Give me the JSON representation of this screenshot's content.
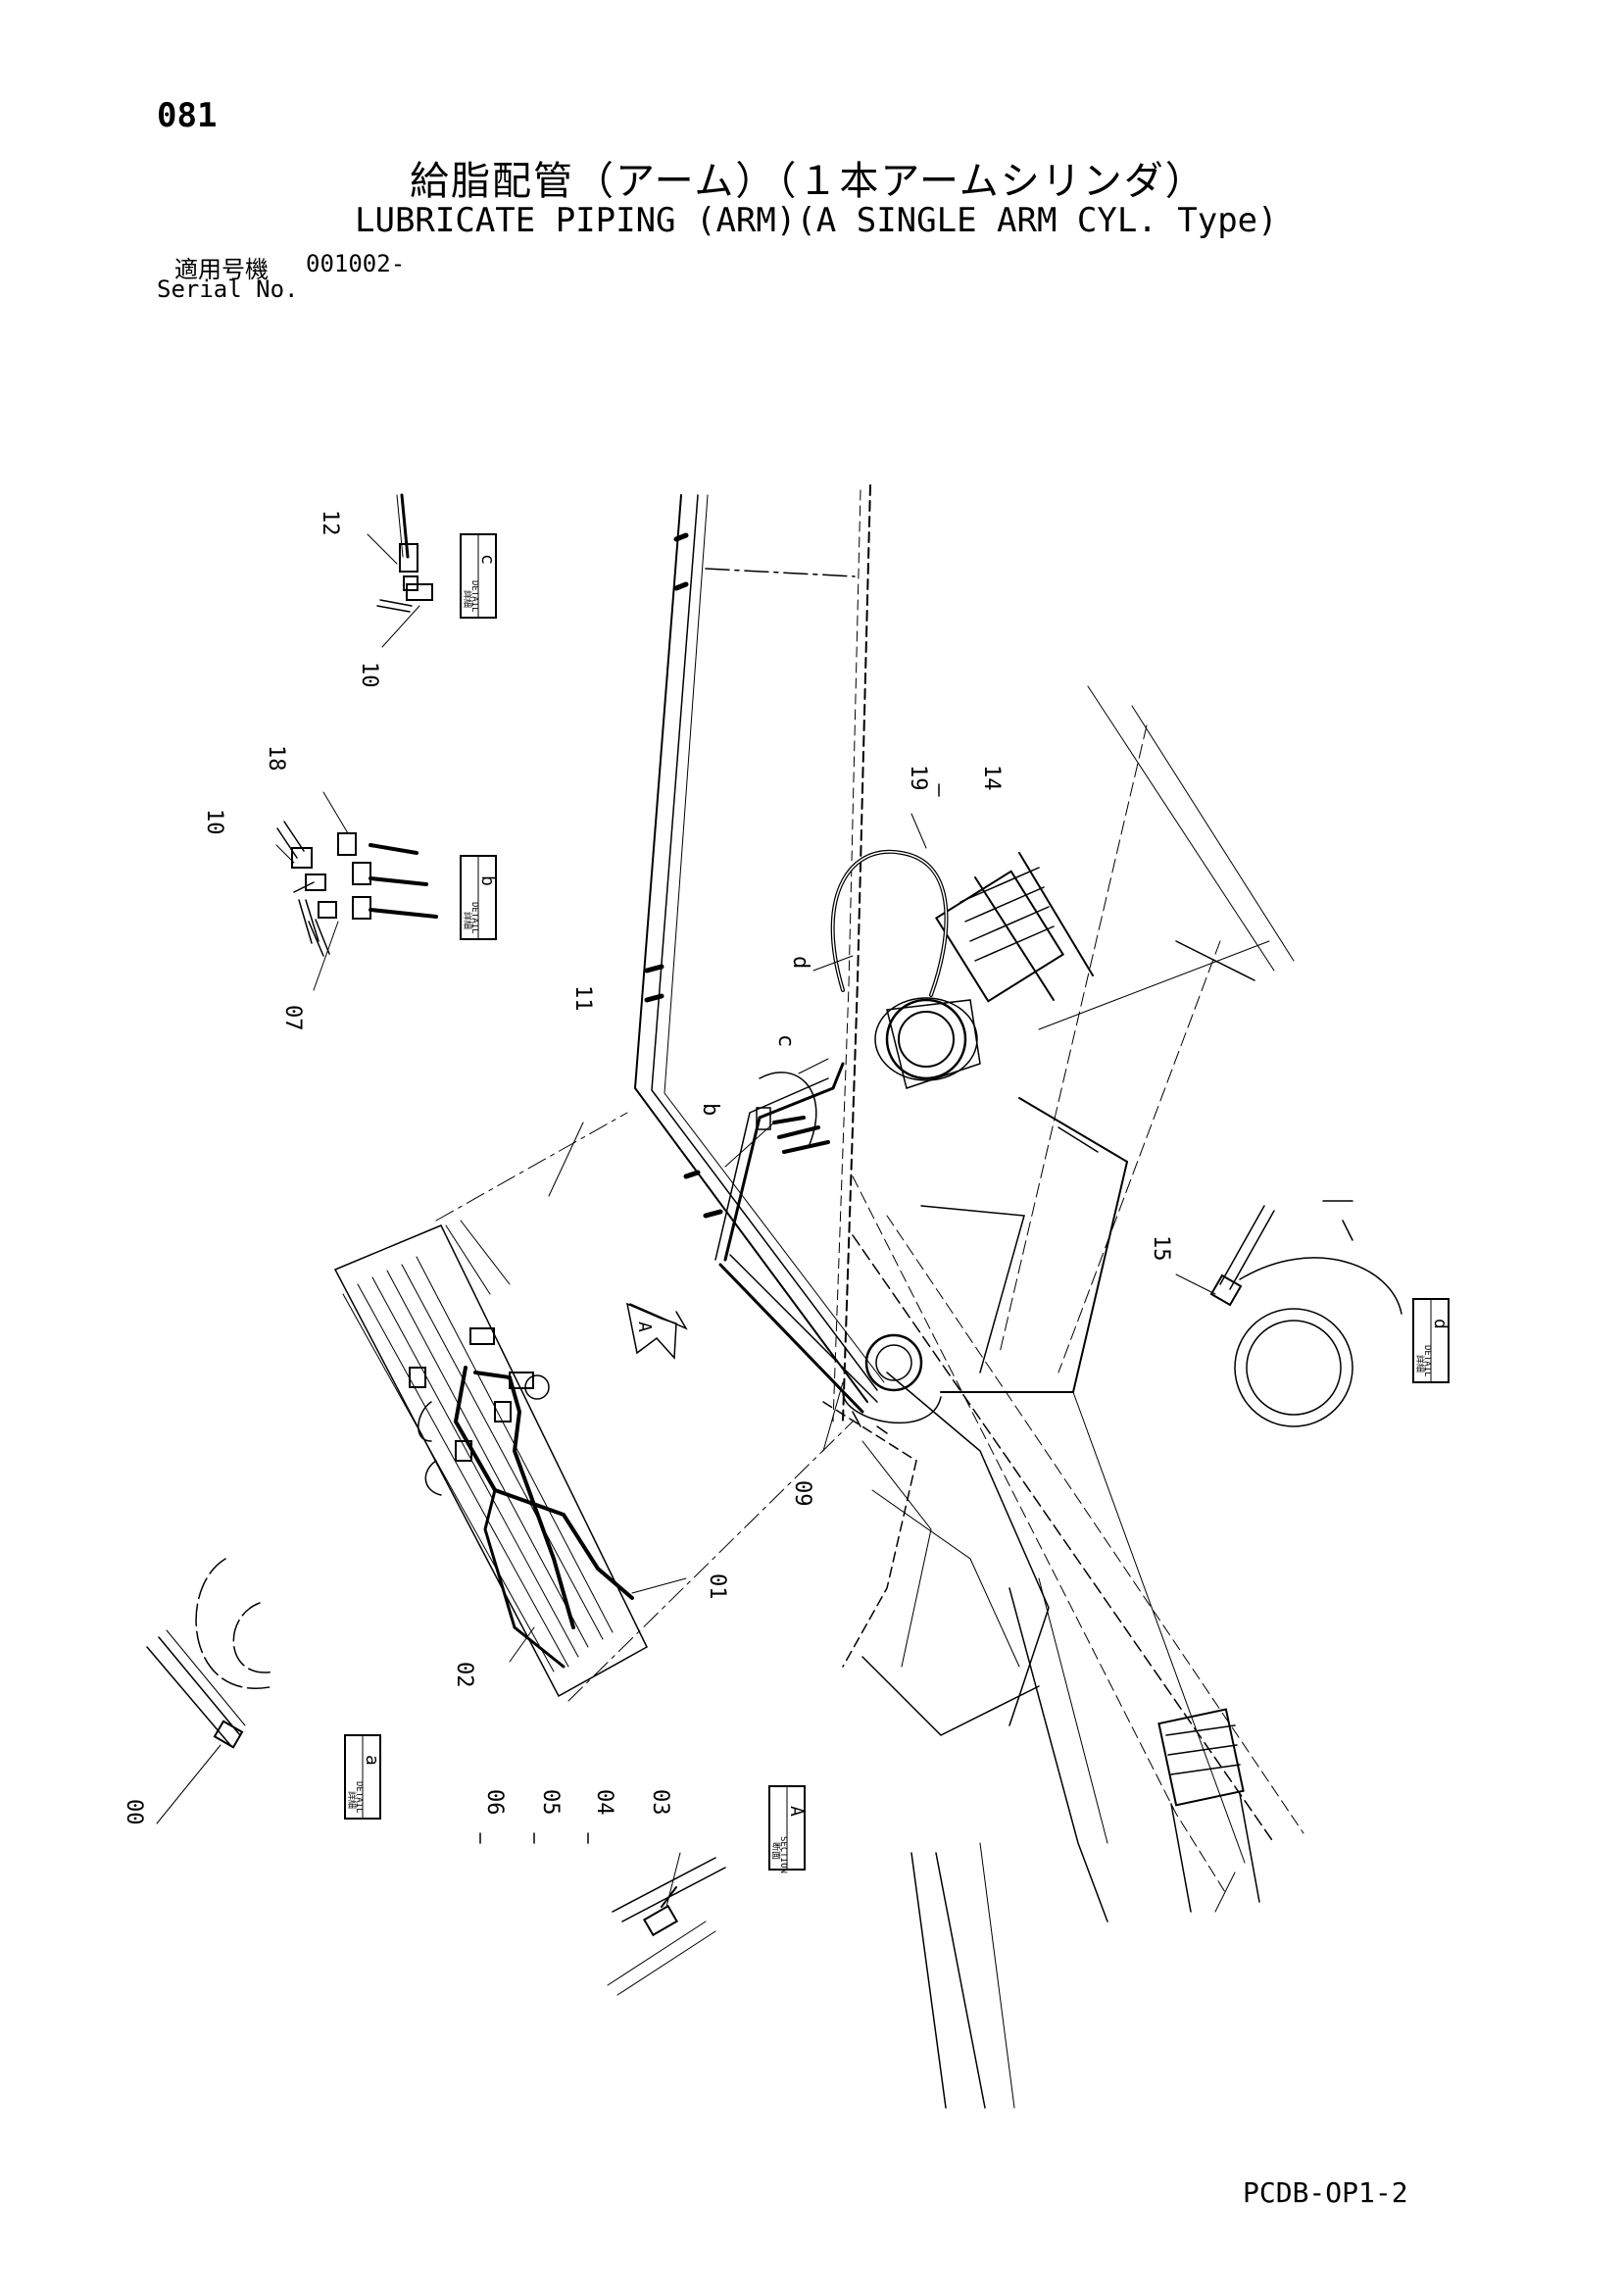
{
  "header": {
    "page_number": "081",
    "title_jp": "給脂配管（アーム）（１本アームシリンダ）",
    "title_en": "LUBRICATE PIPING (ARM)(A SINGLE ARM CYL. Type)",
    "serial_label_jp": "適用号機",
    "serial_value": "001002-",
    "serial_label_en": "Serial No."
  },
  "footer": {
    "doc_code": "PCDB-OP1-2"
  },
  "callouts": {
    "p12": "12",
    "p10_c": "10",
    "p18": "18",
    "p10_b": "10",
    "p07": "07",
    "p11": "11",
    "p19": "19",
    "p14": "14",
    "p15": "15",
    "p09": "09",
    "p01": "01",
    "p02": "02",
    "p00": "00",
    "p06": "06",
    "p05": "05",
    "p04": "04",
    "p03": "03",
    "ref_d_top": "d",
    "ref_c": "c",
    "ref_b": "b",
    "view_a": "A"
  },
  "detail_tags": {
    "detail_c": {
      "jp": "詳細",
      "en": "DETAIL",
      "letter": "c"
    },
    "detail_b": {
      "jp": "詳細",
      "en": "DETAIL",
      "letter": "b"
    },
    "detail_d": {
      "jp": "詳細",
      "en": "DETAIL",
      "letter": "d"
    },
    "detail_a": {
      "jp": "詳細",
      "en": "DETAIL",
      "letter": "a"
    },
    "section_a": {
      "jp": "断面",
      "en": "SECTION",
      "letter": "A"
    }
  }
}
